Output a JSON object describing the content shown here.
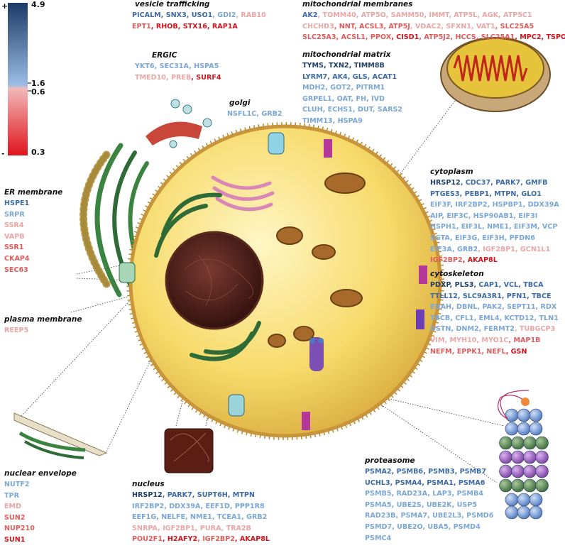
{
  "legend": {
    "plus_sign": "+",
    "minus_sign": "-",
    "ticks": [
      "4.9",
      "1.6",
      "0.6",
      "0.3"
    ],
    "colors": {
      "blue_dark": "#1c3a68",
      "blue_light": "#9bbde6",
      "red_light": "#f2b9b9",
      "red_dark": "#e0141c"
    }
  },
  "tiers": {
    "b1": "#1f3d6b",
    "b2": "#3d6aa6",
    "b3": "#7ba7d6",
    "r1": "#eba5a5",
    "r2": "#e25b5b",
    "r3": "#d3141c"
  },
  "groups": [
    {
      "key": "vesicle",
      "header": "vesicle trafficking",
      "lines": [
        [
          [
            "PICALM",
            "b2"
          ],
          [
            "SNX3",
            "b2"
          ],
          [
            "USO1",
            "b2"
          ],
          [
            "GDI2",
            "b3"
          ],
          [
            "RAB10",
            "r1"
          ]
        ],
        [
          [
            "EPT1",
            "r2"
          ],
          [
            "RHOB",
            "r3"
          ],
          [
            "STX16",
            "r3"
          ],
          [
            "RAP1A",
            "r3"
          ]
        ]
      ]
    },
    {
      "key": "ergic",
      "header": "ERGIC",
      "lines": [
        [
          [
            "YKT6",
            "b3"
          ],
          [
            "SEC31A",
            "b3"
          ],
          [
            "HSPA5",
            "b3"
          ]
        ],
        [
          [
            "TMED10",
            "r1"
          ],
          [
            "PREB",
            "r1"
          ],
          [
            "SURF4",
            "r3"
          ]
        ]
      ]
    },
    {
      "key": "golgi",
      "header": "golgi",
      "lines": [
        [
          [
            "NSFL1C",
            "b3"
          ],
          [
            "GRB2",
            "b3"
          ]
        ]
      ]
    },
    {
      "key": "mito_membranes",
      "header": "mitochondrial membranes",
      "lines": [
        [
          [
            "AK2",
            "b2"
          ],
          [
            "TOMM40",
            "r1"
          ],
          [
            "ATP5O",
            "r1"
          ],
          [
            "SAMM50",
            "r1"
          ],
          [
            "IMMT",
            "r1"
          ],
          [
            "ATP5L",
            "r1"
          ],
          [
            "AGK",
            "r1"
          ],
          [
            "ATP5C1",
            "r1"
          ]
        ],
        [
          [
            "CHCHD3",
            "r1"
          ],
          [
            "NNT",
            "r2"
          ],
          [
            "ACSL3",
            "r2"
          ],
          [
            "ATP5J",
            "r2"
          ],
          [
            "VDAC2",
            "r1"
          ],
          [
            "SFXN1",
            "r1"
          ],
          [
            "VAT1",
            "r1"
          ],
          [
            "SLC25A5",
            "r2"
          ]
        ],
        [
          [
            "SLC25A3",
            "r2"
          ],
          [
            "ACSL1",
            "r2"
          ],
          [
            "PPOX",
            "r2"
          ],
          [
            "CISD1",
            "r3"
          ],
          [
            "ATP5J2",
            "r2"
          ],
          [
            "HCCS",
            "r2"
          ],
          [
            "SLC25A1",
            "r2"
          ],
          [
            "MPC2",
            "r3"
          ],
          [
            "TSPO",
            "r3"
          ]
        ]
      ]
    },
    {
      "key": "mito_matrix",
      "header": "mitochondrial matrix",
      "lines": [
        [
          [
            "TYMS",
            "b1"
          ],
          [
            "TXN2",
            "b1"
          ],
          [
            "TIMM8B",
            "b1"
          ]
        ],
        [
          [
            "LYRM7",
            "b2"
          ],
          [
            "AK4",
            "b2"
          ],
          [
            "GLS",
            "b2"
          ],
          [
            "ACAT1",
            "b2"
          ]
        ],
        [
          [
            "MDH2",
            "b3"
          ],
          [
            "GOT2",
            "b3"
          ],
          [
            "PITRM1",
            "b3"
          ]
        ],
        [
          [
            "GRPEL1",
            "b3"
          ],
          [
            "OAT",
            "b3"
          ],
          [
            "FH",
            "b3"
          ],
          [
            "IVD",
            "b3"
          ]
        ],
        [
          [
            "CLUH",
            "b3"
          ],
          [
            "ECHS1",
            "b3"
          ],
          [
            "DUT",
            "b3"
          ],
          [
            "SARS2",
            "b3"
          ]
        ],
        [
          [
            "TIMM13",
            "b3"
          ],
          [
            "HSPA9",
            "b3"
          ]
        ]
      ]
    },
    {
      "key": "cytoplasm",
      "header": "cytoplasm",
      "lines": [
        [
          [
            "HRSP12",
            "b1"
          ],
          [
            "CDC37",
            "b2"
          ],
          [
            "PARK7",
            "b2"
          ],
          [
            "GMFB",
            "b2"
          ]
        ],
        [
          [
            "PTGES3",
            "b2"
          ],
          [
            "PEBP1",
            "b2"
          ],
          [
            "MTPN",
            "b2"
          ],
          [
            "GLO1",
            "b2"
          ]
        ],
        [
          [
            "EIF3F",
            "b3"
          ],
          [
            "IRF2BP2",
            "b3"
          ],
          [
            "HSPBP1",
            "b3"
          ],
          [
            "DDX39A",
            "b3"
          ]
        ],
        [
          [
            "AIP",
            "b3"
          ],
          [
            "EIF3C",
            "b3"
          ],
          [
            "HSP90AB1",
            "b3"
          ],
          [
            "EIF3I",
            "b3"
          ]
        ],
        [
          [
            "HSPH1",
            "b3"
          ],
          [
            "EIF3L",
            "b3"
          ],
          [
            "NME1",
            "b3"
          ],
          [
            "EIF3M",
            "b3"
          ],
          [
            "VCP",
            "b3"
          ]
        ],
        [
          [
            "SGTA",
            "b3"
          ],
          [
            "EIF3G",
            "b3"
          ],
          [
            "EIF3H",
            "b3"
          ],
          [
            "PFDN6",
            "b3"
          ]
        ],
        [
          [
            "EIF3A",
            "b3"
          ],
          [
            "GRB2",
            "b3"
          ],
          [
            "IGF2BP1",
            "r1"
          ],
          [
            "GCN1L1",
            "r1"
          ]
        ],
        [
          [
            "IGF2BP2",
            "r2"
          ],
          [
            "AKAP8L",
            "r3"
          ]
        ]
      ]
    },
    {
      "key": "cytoskeleton",
      "header": "cytoskeleton",
      "lines": [
        [
          [
            "PDXP",
            "b1"
          ],
          [
            "PLS3",
            "b1"
          ],
          [
            "CAP1",
            "b2"
          ],
          [
            "VCL",
            "b2"
          ],
          [
            "TBCA",
            "b2"
          ]
        ],
        [
          [
            "TTLL12",
            "b2"
          ],
          [
            "SLC9A3R1",
            "b2"
          ],
          [
            "PFN1",
            "b2"
          ],
          [
            "TBCE",
            "b2"
          ]
        ],
        [
          [
            "ENAH",
            "b3"
          ],
          [
            "DBNL",
            "b3"
          ],
          [
            "PAK2",
            "b3"
          ],
          [
            "SEPT11",
            "b3"
          ],
          [
            "RDX",
            "b3"
          ]
        ],
        [
          [
            "TBCB",
            "b3"
          ],
          [
            "CFL1",
            "b3"
          ],
          [
            "EML4",
            "b3"
          ],
          [
            "KCTD12",
            "b3"
          ],
          [
            "TLN1",
            "b3"
          ]
        ],
        [
          [
            "DSTN",
            "b3"
          ],
          [
            "DNM2",
            "b3"
          ],
          [
            "FERMT2",
            "b3"
          ],
          [
            "TUBGCP3",
            "r1"
          ]
        ],
        [
          [
            "VIM",
            "r1"
          ],
          [
            "MYH10",
            "r1"
          ],
          [
            "MYO1C",
            "r1"
          ],
          [
            "MAP1B",
            "r2"
          ]
        ],
        [
          [
            "NEFM",
            "r2"
          ],
          [
            "EPPK1",
            "r2"
          ],
          [
            "NEFL",
            "r2"
          ],
          [
            "GSN",
            "r3"
          ]
        ]
      ]
    },
    {
      "key": "er_membrane",
      "header": "ER membrane",
      "lines": [
        [
          [
            "HSPE1",
            "b2"
          ]
        ],
        [
          [
            "SRPR",
            "b3"
          ]
        ],
        [
          [
            "SSR4",
            "r1"
          ]
        ],
        [
          [
            "VAPB",
            "r1"
          ]
        ],
        [
          [
            "SSR1",
            "r2"
          ]
        ],
        [
          [
            "CKAP4",
            "r2"
          ]
        ],
        [
          [
            "SEC63",
            "r2"
          ]
        ]
      ]
    },
    {
      "key": "plasma_membrane",
      "header": "plasma membrane",
      "lines": [
        [
          [
            "REEP5",
            "r1"
          ]
        ]
      ]
    },
    {
      "key": "nuclear_envelope",
      "header": "nuclear envelope",
      "lines": [
        [
          [
            "NUTF2",
            "b3"
          ]
        ],
        [
          [
            "TPR",
            "b3"
          ]
        ],
        [
          [
            "EMD",
            "r1"
          ]
        ],
        [
          [
            "SUN2",
            "r2"
          ]
        ],
        [
          [
            "NUP210",
            "r2"
          ]
        ],
        [
          [
            "SUN1",
            "r3"
          ]
        ]
      ]
    },
    {
      "key": "nucleus",
      "header": "nucleus",
      "lines": [
        [
          [
            "HRSP12",
            "b1"
          ],
          [
            "PARK7",
            "b2"
          ],
          [
            "SUPT6H",
            "b2"
          ],
          [
            "MTPN",
            "b2"
          ]
        ],
        [
          [
            "IRF2BP2",
            "b3"
          ],
          [
            "DDX39A",
            "b3"
          ],
          [
            "EEF1D",
            "b3"
          ],
          [
            "PPP1R8",
            "b3"
          ]
        ],
        [
          [
            "EEF1G",
            "b3"
          ],
          [
            "NELFE",
            "b3"
          ],
          [
            "NME1",
            "b3"
          ],
          [
            "TCEA1",
            "b3"
          ],
          [
            "GRB2",
            "b3"
          ]
        ],
        [
          [
            "SNRPA",
            "r1"
          ],
          [
            "IGF2BP1",
            "r1"
          ],
          [
            "PURA",
            "r1"
          ],
          [
            "TRA2B",
            "r1"
          ]
        ],
        [
          [
            "POU2F1",
            "r2"
          ],
          [
            "H2AFY2",
            "r3"
          ],
          [
            "IGF2BP2",
            "r2"
          ],
          [
            "AKAP8L",
            "r3"
          ]
        ]
      ]
    },
    {
      "key": "proteasome",
      "header": "proteasome",
      "lines": [
        [
          [
            "PSMA2",
            "b2"
          ],
          [
            "PSMB6",
            "b2"
          ],
          [
            "PSMB3",
            "b2"
          ],
          [
            "PSMB7",
            "b2"
          ]
        ],
        [
          [
            "UCHL3",
            "b2"
          ],
          [
            "PSMA4",
            "b2"
          ],
          [
            "PSMA1",
            "b2"
          ],
          [
            "PSMA6",
            "b2"
          ]
        ],
        [
          [
            "PSMB5",
            "b3"
          ],
          [
            "RAD23A",
            "b3"
          ],
          [
            "LAP3",
            "b3"
          ],
          [
            "PSMB4",
            "b3"
          ]
        ],
        [
          [
            "PSMA5",
            "b3"
          ],
          [
            "UBE2S",
            "b3"
          ],
          [
            "UBE2K",
            "b3"
          ],
          [
            "USP5",
            "b3"
          ]
        ],
        [
          [
            "RAD23B",
            "b3"
          ],
          [
            "PSMA7",
            "b3"
          ],
          [
            "UBE2L3",
            "b3"
          ],
          [
            "PSMD6",
            "b3"
          ]
        ],
        [
          [
            "PSMD7",
            "b3"
          ],
          [
            "UBE2O",
            "b3"
          ],
          [
            "UBA5",
            "b3"
          ],
          [
            "PSMD4",
            "b3"
          ]
        ],
        [
          [
            "PSMC4",
            "b3"
          ]
        ]
      ]
    }
  ]
}
